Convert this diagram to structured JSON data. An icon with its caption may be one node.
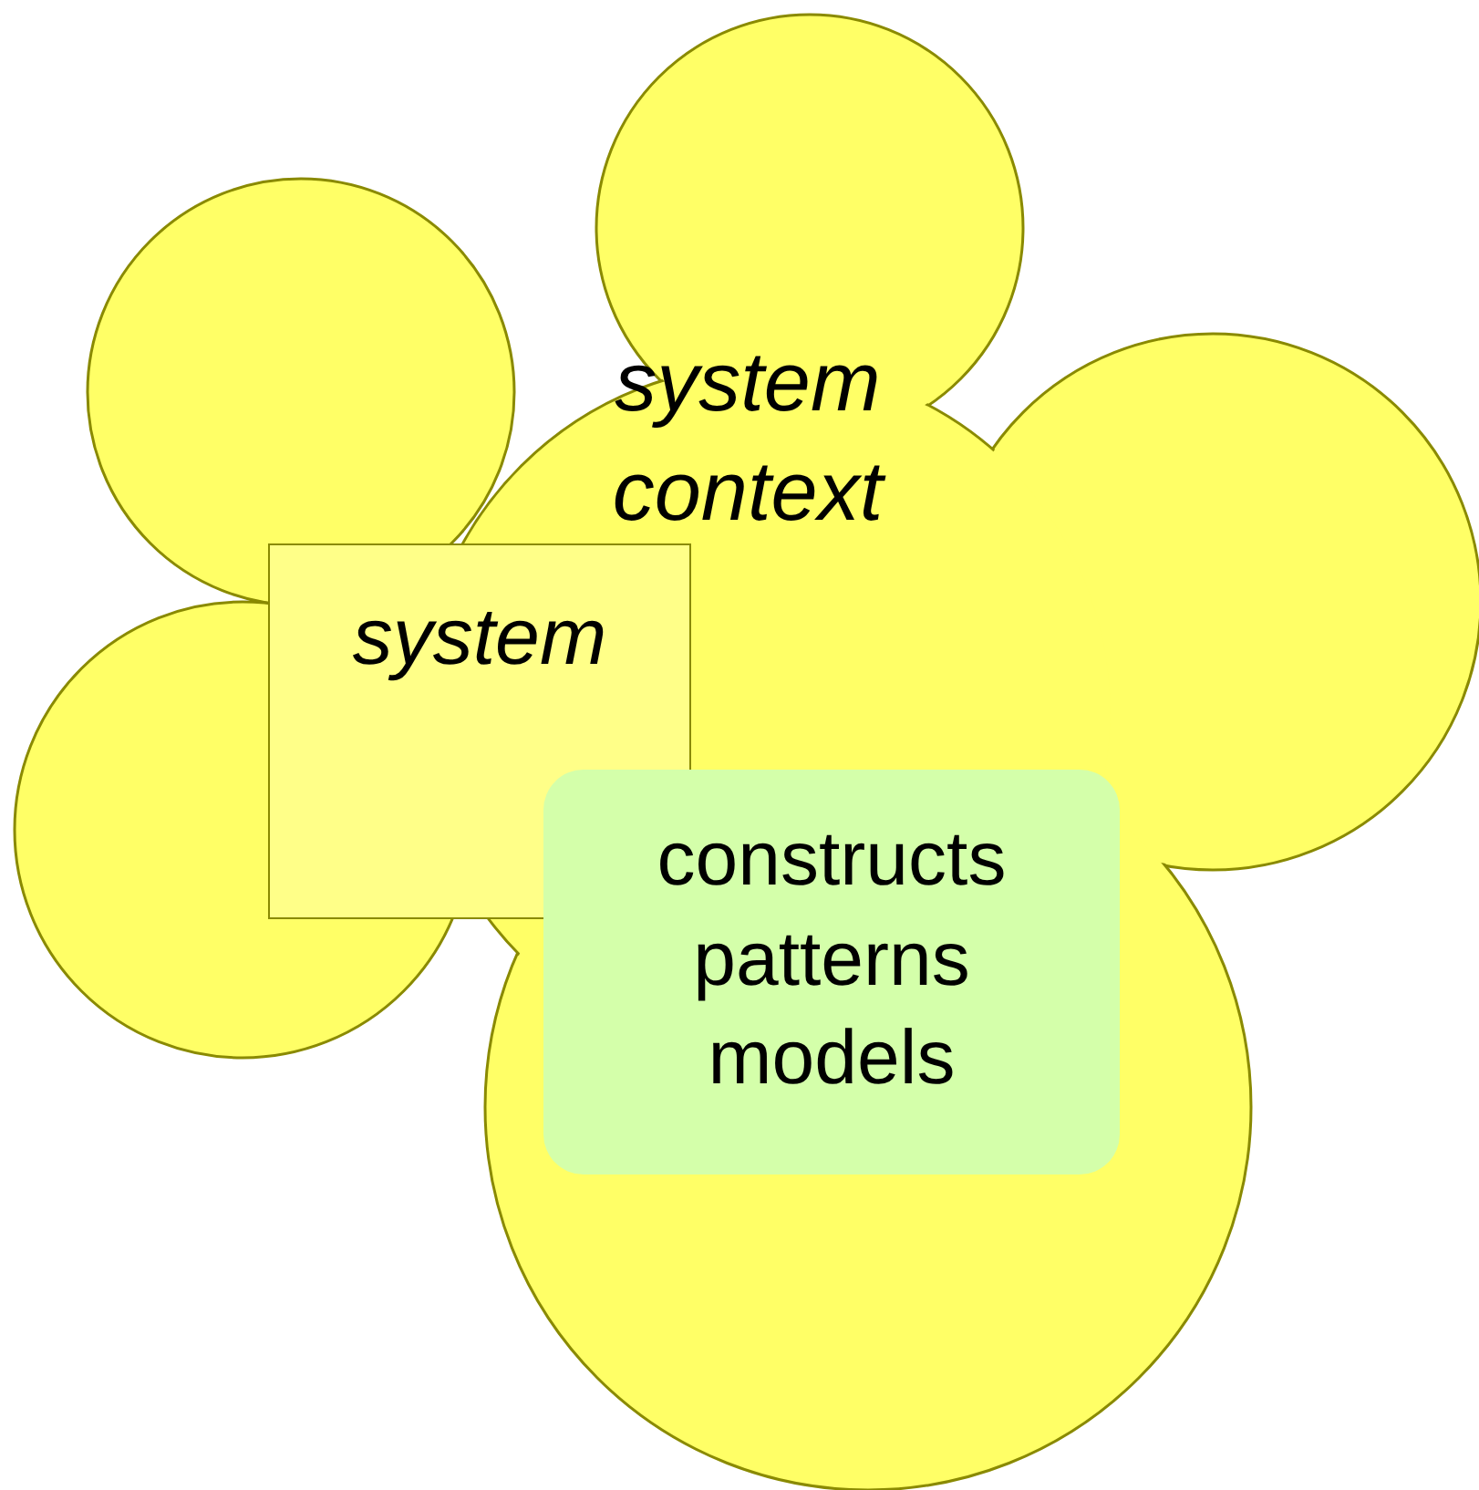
{
  "diagram": {
    "nodes": [
      {
        "text": [
          "system context"
        ]
      },
      {
        "text": [
          "system"
        ],
        "in": 0
      },
      {
        "text": [
          "constructs patterns models"
        ],
        "in": 0
      }
    ]
  }
}
